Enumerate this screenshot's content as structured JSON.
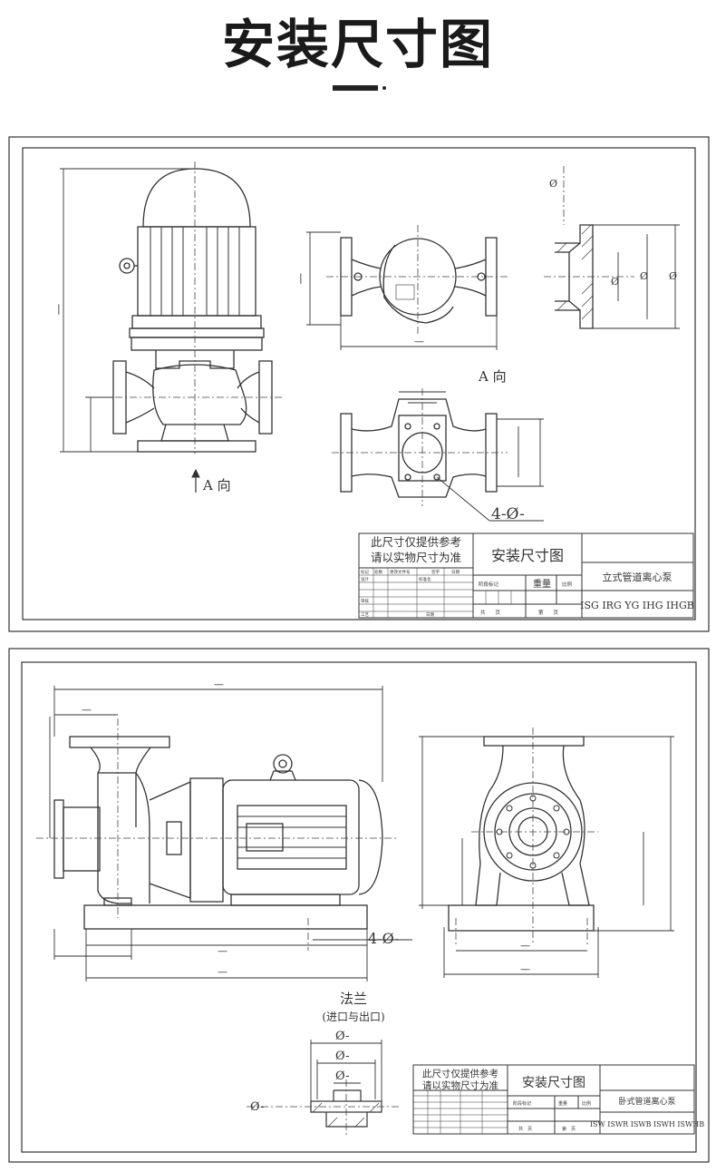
{
  "header": {
    "title": "安装尺寸图"
  },
  "vertical_pump": {
    "view_label_main": "A 向",
    "view_label_side": "A 向",
    "bolt_callout": "4-Ø-",
    "title_block": {
      "note_line1": "此尺寸仅提供参考",
      "note_line2": "请以实物尺寸为准",
      "drawing_name": "安装尺寸图",
      "pump_type": "立式管道离心泵",
      "models": "ISG IRG YG IHG IHGB",
      "weight_label": "重量",
      "scale_label": "比例",
      "stage_label": "阶段标记",
      "sheets_total": "共　　页",
      "sheet_no": "第　　页",
      "small_row1": [
        "标记",
        "处数",
        "更改文件号",
        "签字",
        "日期"
      ],
      "design_label": "设计",
      "standard_label": "标准化",
      "review_label": "审核",
      "process_label": "工艺",
      "date_label": "日期"
    }
  },
  "horizontal_pump": {
    "bolt_callout": "4-Ø-",
    "flange_title": "法兰",
    "flange_subtitle": "(进口与出口)",
    "flange_dims": [
      "Ø-",
      "Ø-",
      "Ø-",
      "Ø-"
    ],
    "title_block": {
      "note_line1": "此尺寸仅提供参考",
      "note_line2": "请以实物尺寸为准",
      "drawing_name": "安装尺寸图",
      "pump_type": "卧式管道离心泵",
      "models": "ISW ISWR ISWB ISWH ISWHB",
      "weight_label": "重量",
      "scale_label": "比例",
      "stage_label": "阶段标记",
      "sheets_total": "共　页",
      "sheet_no": "第　页"
    }
  }
}
